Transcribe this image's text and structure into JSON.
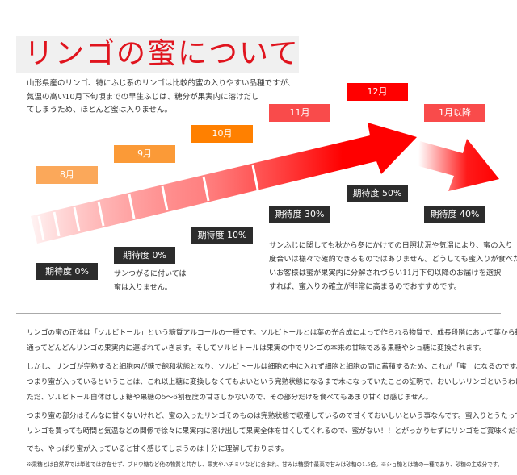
{
  "title": "リンゴの蜜について",
  "intro": [
    "山形県産のリンゴ、特にふじ系のリンゴは比較的蜜の入りやすい品種ですが、",
    "気温の高い10月下旬頃までの早生ふじは、糖分が果実内に溶けだし",
    "てしまうため、ほとんど蜜は入りません。"
  ],
  "timeline": {
    "months": [
      {
        "label": "8月",
        "color": "#fba85a",
        "expectation": "期待度 0%"
      },
      {
        "label": "9月",
        "color": "#fb9a37",
        "expectation": "期待度 0%"
      },
      {
        "label": "10月",
        "color": "#ff8000",
        "expectation": "期待度 10%"
      },
      {
        "label": "11月",
        "color": "#f94b4b",
        "expectation": "期待度 30%"
      },
      {
        "label": "12月",
        "color": "#ff0000",
        "expectation": "期待度 50%"
      },
      {
        "label": "1月以降",
        "color": "#f94b4b",
        "expectation": "期待度 40%"
      }
    ],
    "sun_tsugaru_note": [
      "サンつがるに付いては",
      "蜜は入りません。"
    ],
    "sun_fuji_note": [
      "サンふじに関しても秋から冬にかけての日照状況や気温により、蜜の入り",
      "度合いは様々で確約できるものではありません。どうしても蜜入りが食べた",
      "いお客様は蜜が果実内に分解されづらい11月下旬以降のお届けを選択",
      "すれば、蜜入りの確立が非常に高まるのでおすすめです。"
    ]
  },
  "body": [
    "リンゴの蜜の正体は「ソルビトール」という糖質アルコールの一種です。ソルビトールとは葉の光合成によって作られる物質で、成長段階において葉から軸を",
    "通ってどんどんリンゴの果実内に運ばれていきます。そしてソルビトールは果実の中でリンゴの本来の甘味である果糖やショ糖に変換されます。",
    "しかし、リンゴが完熟すると細胞内が糖で飽和状態となり、ソルビトールは細胞の中に入れず細胞と細胞の間に蓄積するため、これが「蜜」になるのです。",
    "つまり蜜が入っているということは、これ以上糖に変換しなくてもよいという完熟状態になるまで木になっていたことの証明で、おいしいリンゴというわけです。",
    "ただ、ソルビトール自体はしょ糖や果糖の5～6割程度の甘さしかないので、その部分だけを食べてもあまり甘くは感じません。",
    "つまり蜜の部分はそんなに甘くないけれど、蜜の入ったリンゴそのものは完熟状態で収穫しているので甘くておいしいという事なんです。蜜入りとうたっている",
    "リンゴを買っても時間と気温などの関係で徐々に果実内に溶け出して果実全体を甘くしてくれるので、蜜がない！！とがっかりせずにリンゴをご賞味ください。",
    "でも、やっぱり蜜が入っていると甘く感じてしまうのは十分に理解しております。"
  ],
  "footnote": "※果糖とは自然界では単独では存在せず、ブドウ糖など他の物質と共存し、果実やハチミツなどに含まれ、甘みは糖類中最高で甘みは砂糖の1.5倍。※ショ糖とは糖の一種であり、砂糖の主成分です。"
}
